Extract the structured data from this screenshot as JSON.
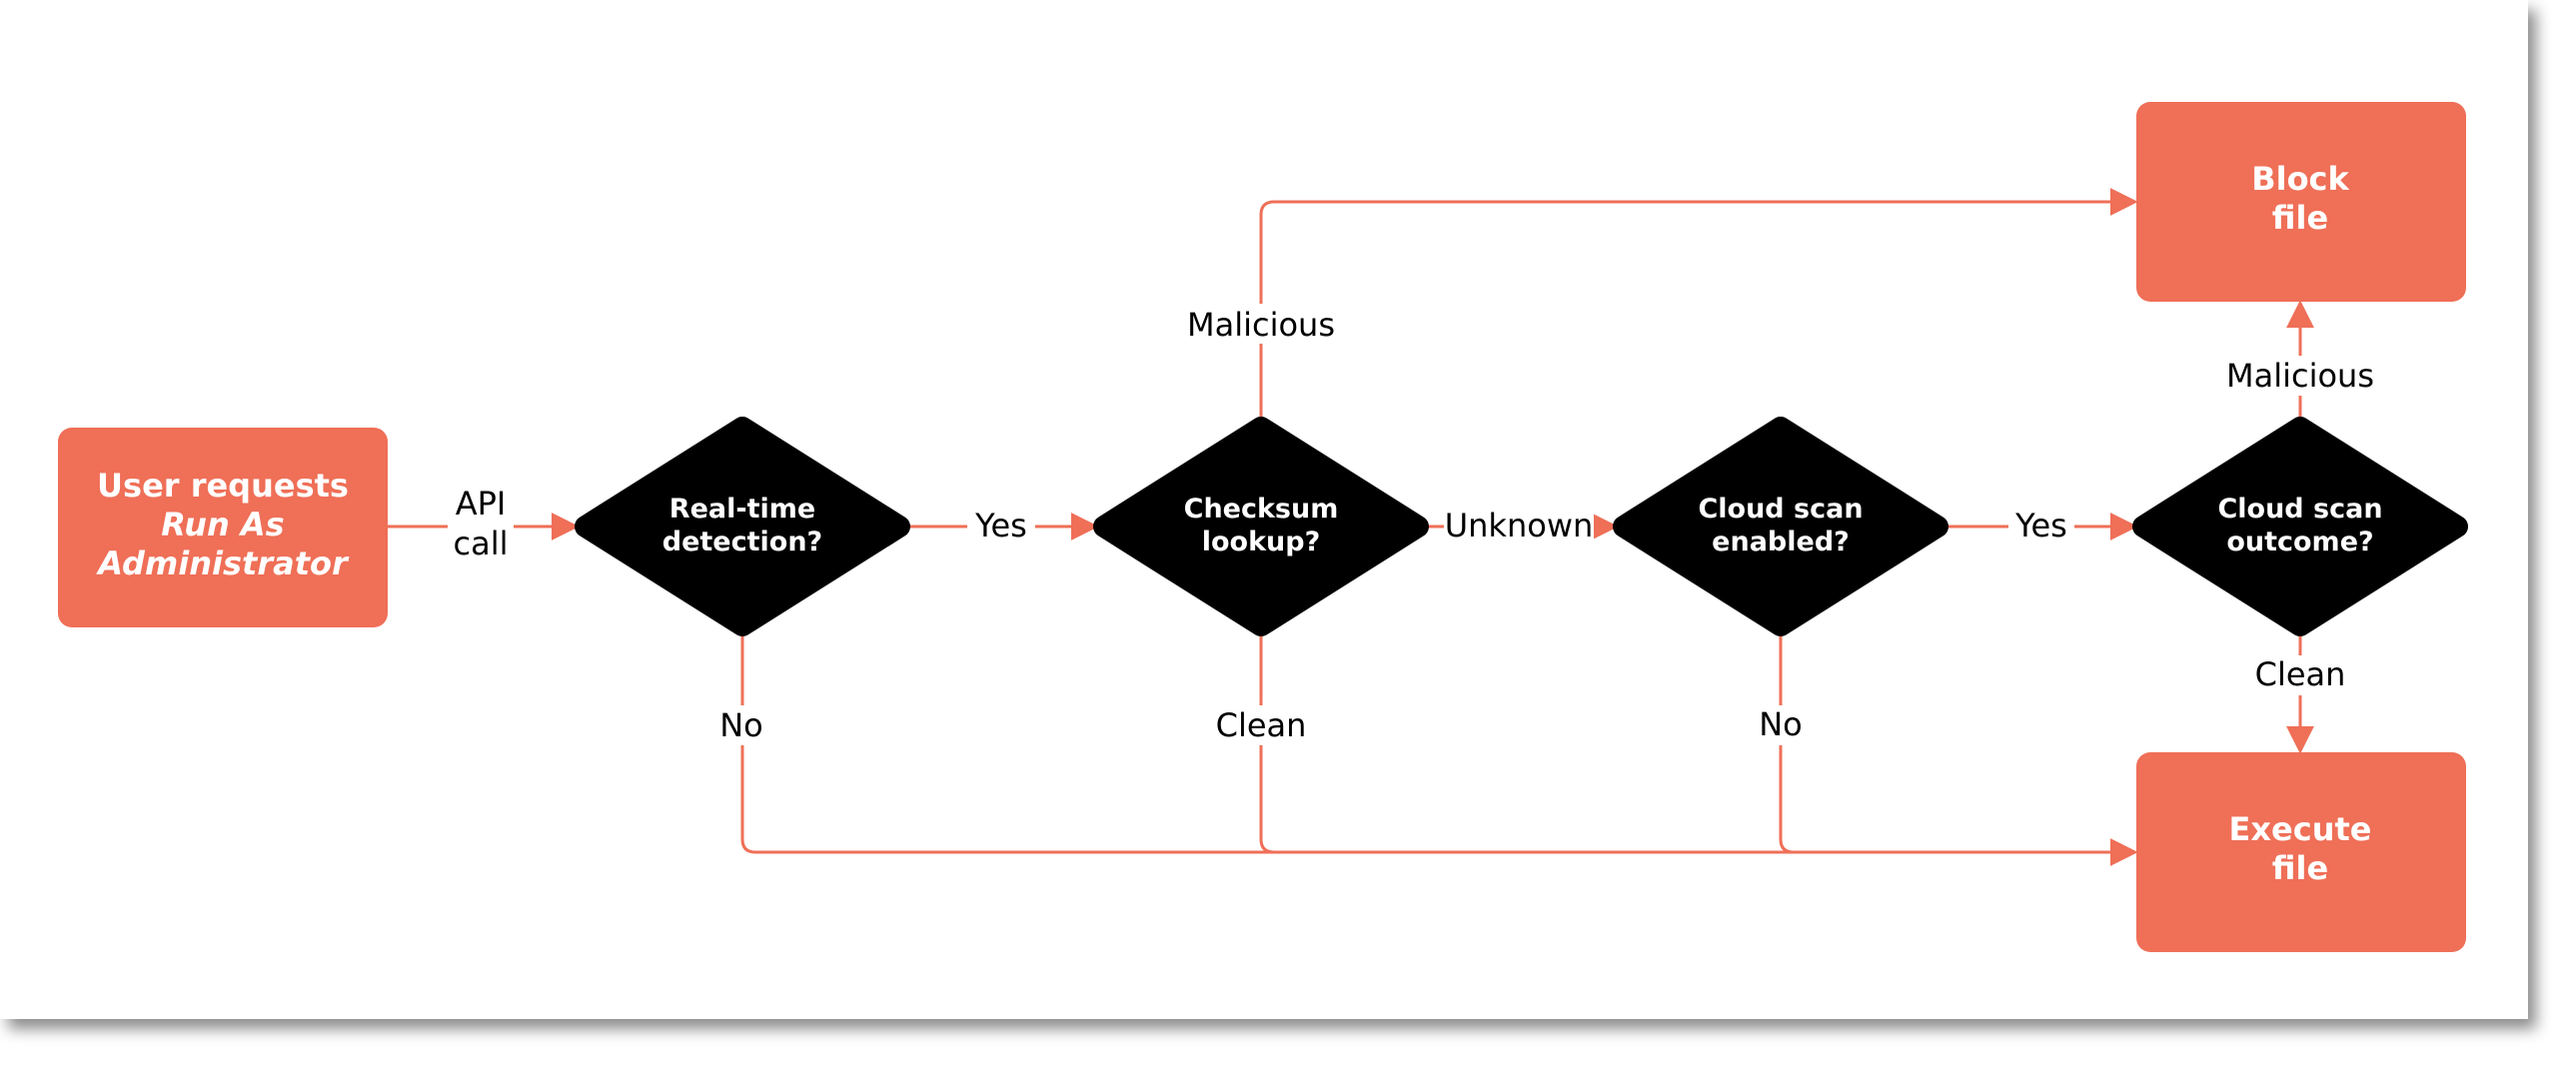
{
  "colors": {
    "accent": "#EF6F57",
    "decision": "#000000",
    "text_on_shape": "#FFFFFF",
    "label": "#000000"
  },
  "nodes": {
    "start": {
      "line1": "User requests",
      "line2": "Run As",
      "line3": "Administrator"
    },
    "realtime": {
      "line1": "Real-time",
      "line2": "detection?"
    },
    "checksum": {
      "line1": "Checksum",
      "line2": "lookup?"
    },
    "cloud_enabled": {
      "line1": "Cloud scan",
      "line2": "enabled?"
    },
    "cloud_outcome": {
      "line1": "Cloud scan",
      "line2": "outcome?"
    },
    "block": {
      "line1": "Block",
      "line2": "file"
    },
    "execute": {
      "line1": "Execute",
      "line2": "file"
    }
  },
  "edges": {
    "api_call": {
      "line1": "API",
      "line2": "call"
    },
    "realtime_yes": "Yes",
    "realtime_no": "No",
    "checksum_malicious": "Malicious",
    "checksum_unknown": "Unknown",
    "checksum_clean": "Clean",
    "cloud_enabled_yes": "Yes",
    "cloud_enabled_no": "No",
    "cloud_outcome_malicious": "Malicious",
    "cloud_outcome_clean": "Clean"
  }
}
